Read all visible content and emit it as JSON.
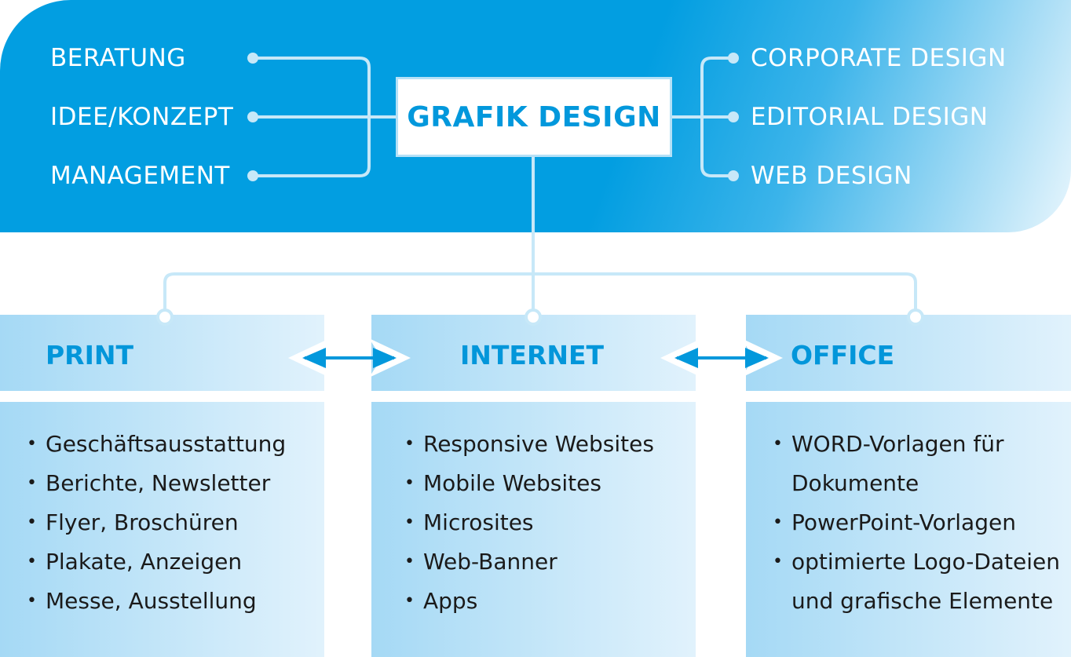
{
  "center_label": "GRAFIK DESIGN",
  "left_items": [
    "BERATUNG",
    "IDEE/KONZEPT",
    "MANAGEMENT"
  ],
  "right_items": [
    "CORPORATE DESIGN",
    "EDITORIAL DESIGN",
    "WEB DESIGN"
  ],
  "columns": [
    {
      "title": "PRINT",
      "items": [
        "Geschäftsausstattung",
        "Berichte, Newsletter",
        "Flyer, Broschüren",
        "Plakate, Anzeigen",
        "Messe, Ausstellung"
      ]
    },
    {
      "title": "INTERNET",
      "items": [
        "Responsive Websites",
        "Mobile Websites",
        "Microsites",
        "Web-Banner",
        "Apps"
      ]
    },
    {
      "title": "OFFICE",
      "items": [
        "WORD-Vorlagen für Dokumente",
        "PowerPoint-Vorlagen",
        "optimierte Logo-Dateien und grafische Elemente"
      ]
    }
  ],
  "colors": {
    "banner_blue": "#029ee1",
    "accent_blue": "#0298dc",
    "connector_light": "#c7e8f8",
    "column_start": "#a5d9f5",
    "column_end": "#e1f2fc"
  }
}
